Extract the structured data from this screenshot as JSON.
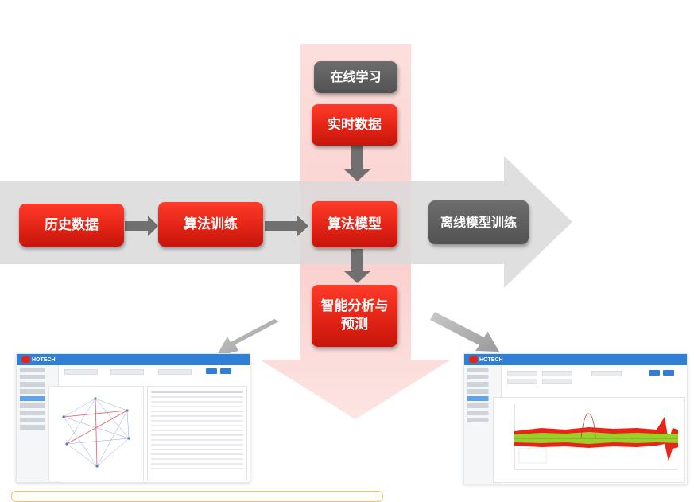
{
  "diagram": {
    "nodes": {
      "online_learning": "在线学习",
      "realtime_data": "实时数据",
      "historical_data": "历史数据",
      "algorithm_training": "算法训练",
      "algorithm_model": "算法模型",
      "offline_training": "离线模型训练",
      "intelligent_analysis_line1": "智能分析与",
      "intelligent_analysis_line2": "预测"
    },
    "colors": {
      "red_box": "#e22416",
      "dark_box": "#555555",
      "gray_arrow": "#d9d9d9",
      "pink_arrow": "#f9c8c8",
      "connector_arrow": "#707070"
    }
  },
  "screenshots": {
    "left": {
      "brand": "HOTECH",
      "panel": "network-graph-and-table"
    },
    "right": {
      "brand": "HOTECH",
      "panel": "time-series-prediction-chart"
    }
  }
}
